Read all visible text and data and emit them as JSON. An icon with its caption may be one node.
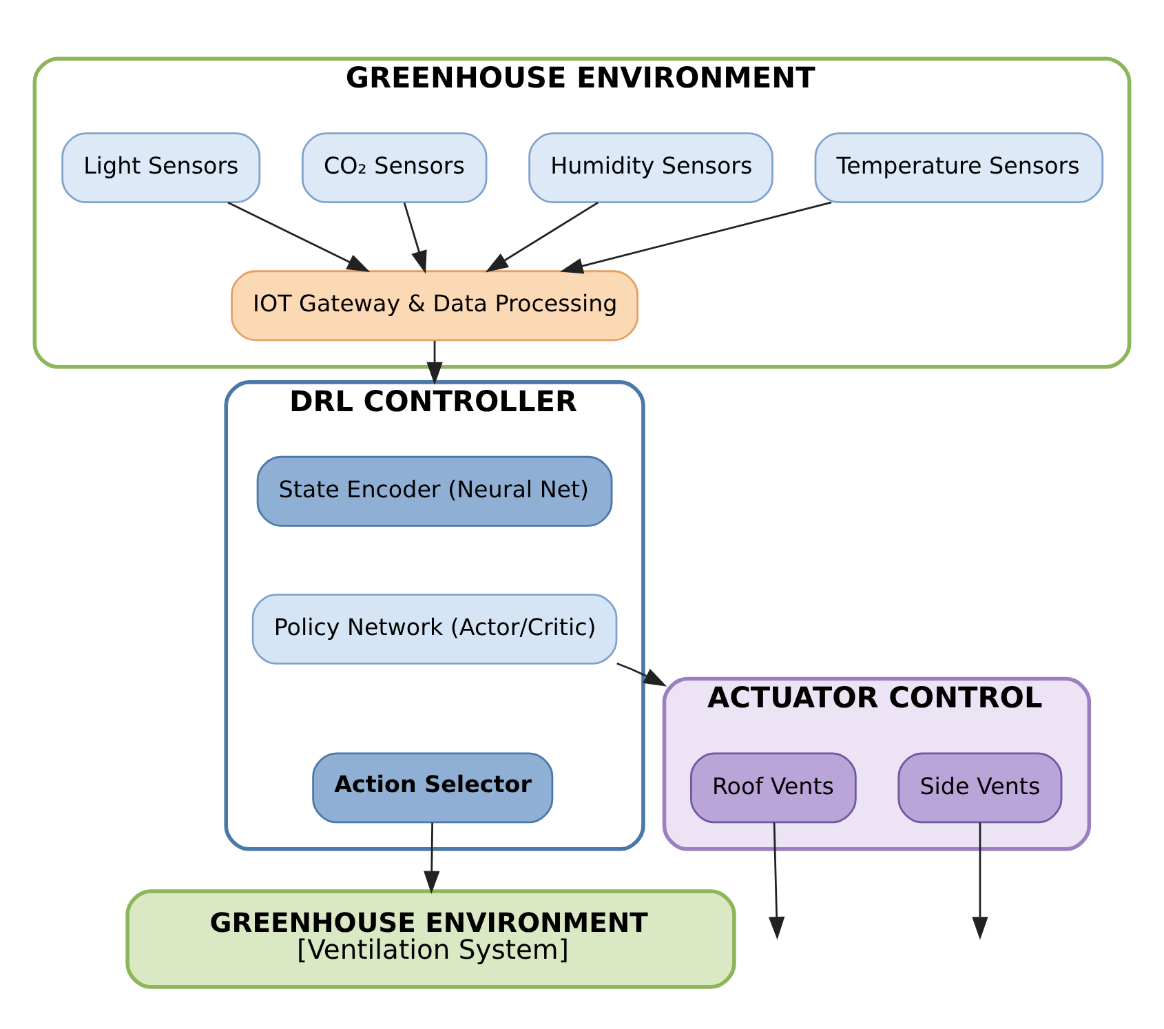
{
  "diagram": {
    "nodes": [
      {
        "text": [
          "GREENHOUSE ENVIRONMENT"
        ]
      },
      {
        "text": [
          "Temperature Sensors"
        ],
        "in": 0
      },
      {
        "text": [
          "Humidity Sensors"
        ],
        "in": 0
      },
      {
        "text": [
          "CO₂ Sensors"
        ],
        "in": 0
      },
      {
        "text": [
          "Light Sensors"
        ],
        "in": 0
      },
      {
        "text": [
          "IOT Gateway & Data Processing"
        ],
        "in": 0
      },
      {
        "text": [
          "DRL CONTROLLER"
        ]
      },
      {
        "text": [
          "State Encoder (Neural Net)"
        ],
        "in": 6
      },
      {
        "text": [
          "Policy Network (Actor/Critic)"
        ],
        "in": 6
      },
      {
        "text": [
          "Action Selector"
        ],
        "in": 6
      },
      {
        "text": [
          "ACTUATOR CONTROL"
        ]
      },
      {
        "text": [
          "Roof Vents"
        ],
        "in": 10
      },
      {
        "text": [
          "Side Vents"
        ],
        "in": 10
      },
      {
        "text": [
          "GREENHOUSE ENVIRONMENT",
          "[Ventilation System]"
        ]
      }
    ],
    "edges": [
      {
        "from": 1,
        "to": 5,
        "arrow": "to"
      },
      {
        "from": 2,
        "to": 5,
        "arrow": "to"
      },
      {
        "from": 3,
        "to": 5,
        "arrow": "to"
      },
      {
        "from": 4,
        "to": 5,
        "arrow": "to"
      },
      {
        "from": 5,
        "to": 6,
        "arrow": "to"
      },
      {
        "from": 8,
        "to": 10,
        "arrow": "to"
      },
      {
        "from": 11,
        "to": null,
        "arrow": "to"
      },
      {
        "from": 12,
        "to": null,
        "arrow": "to"
      },
      {
        "from": 9,
        "to": 13,
        "arrow": "to"
      }
    ]
  }
}
